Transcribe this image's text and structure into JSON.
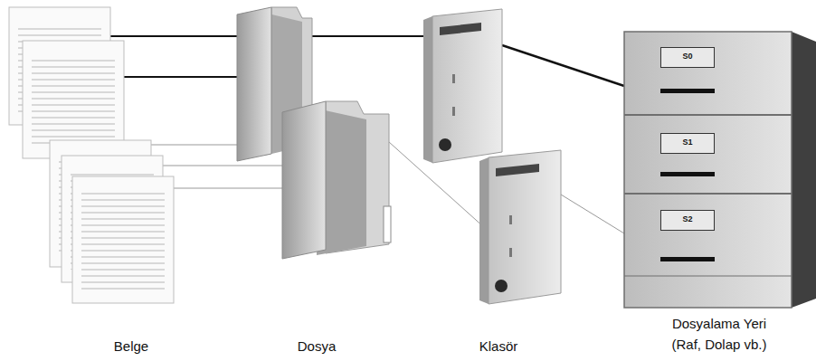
{
  "diagram": {
    "nodes": [
      {
        "text": [
          "S0"
        ]
      },
      {
        "text": [
          "S1"
        ]
      },
      {
        "text": [
          "S2"
        ]
      }
    ],
    "labels": [
      "Belge",
      "Dosya",
      "Klasör",
      "Dosyalama Yeri (Raf, Dolap vb.)"
    ]
  }
}
